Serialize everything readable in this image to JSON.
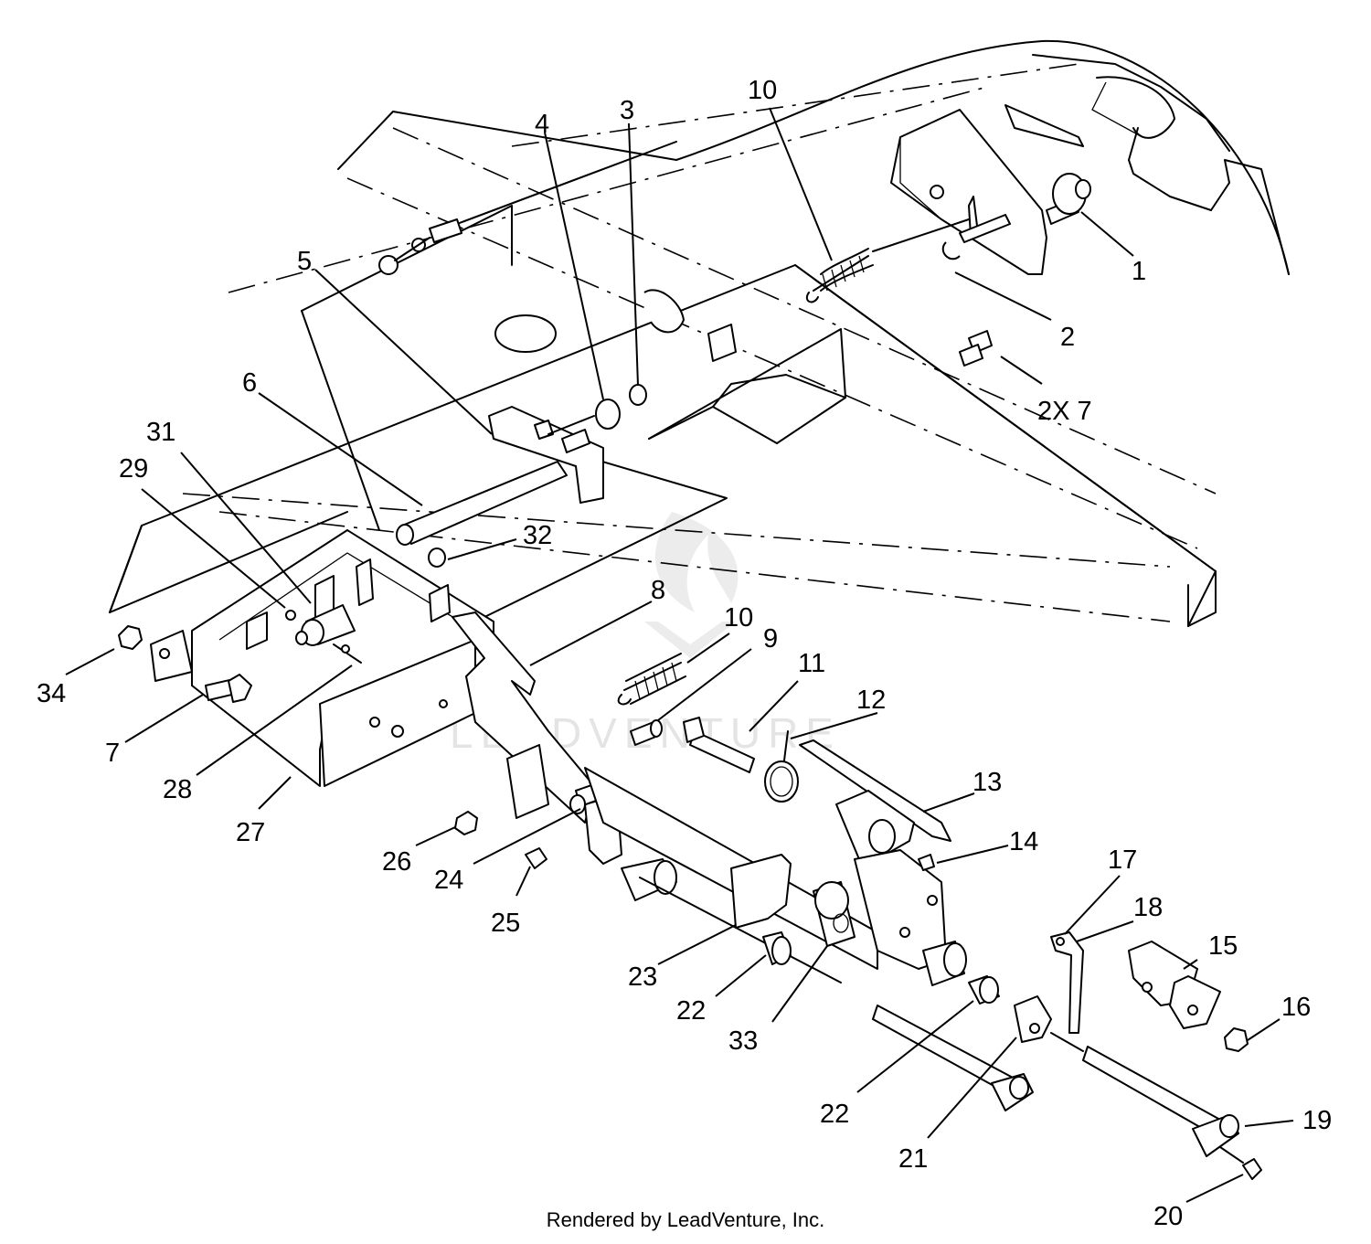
{
  "watermark_text": "LEADVENTURE",
  "credit": "Rendered by LeadVenture, Inc.",
  "callouts": [
    {
      "id": "c1",
      "text": "1"
    },
    {
      "id": "c2",
      "text": "2"
    },
    {
      "id": "c3",
      "text": "3"
    },
    {
      "id": "c4",
      "text": "4"
    },
    {
      "id": "c5",
      "text": "5"
    },
    {
      "id": "c6",
      "text": "6"
    },
    {
      "id": "c7a",
      "text": "2X 7"
    },
    {
      "id": "c7b",
      "text": "7"
    },
    {
      "id": "c8",
      "text": "8"
    },
    {
      "id": "c9",
      "text": "9"
    },
    {
      "id": "c10a",
      "text": "10"
    },
    {
      "id": "c10b",
      "text": "10"
    },
    {
      "id": "c11",
      "text": "11"
    },
    {
      "id": "c12",
      "text": "12"
    },
    {
      "id": "c13",
      "text": "13"
    },
    {
      "id": "c14",
      "text": "14"
    },
    {
      "id": "c15",
      "text": "15"
    },
    {
      "id": "c16",
      "text": "16"
    },
    {
      "id": "c17",
      "text": "17"
    },
    {
      "id": "c18",
      "text": "18"
    },
    {
      "id": "c19",
      "text": "19"
    },
    {
      "id": "c20",
      "text": "20"
    },
    {
      "id": "c21",
      "text": "21"
    },
    {
      "id": "c22a",
      "text": "22"
    },
    {
      "id": "c22b",
      "text": "22"
    },
    {
      "id": "c23",
      "text": "23"
    },
    {
      "id": "c24",
      "text": "24"
    },
    {
      "id": "c25",
      "text": "25"
    },
    {
      "id": "c26",
      "text": "26"
    },
    {
      "id": "c27",
      "text": "27"
    },
    {
      "id": "c28",
      "text": "28"
    },
    {
      "id": "c29",
      "text": "29"
    },
    {
      "id": "c31",
      "text": "31"
    },
    {
      "id": "c32",
      "text": "32"
    },
    {
      "id": "c33",
      "text": "33"
    },
    {
      "id": "c34",
      "text": "34"
    }
  ]
}
